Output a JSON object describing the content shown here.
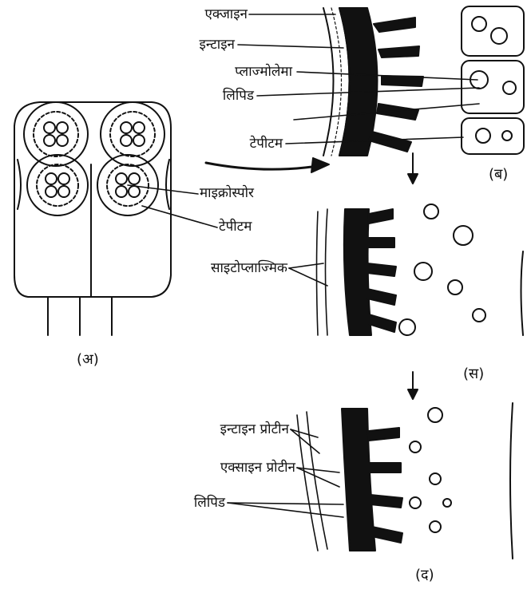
{
  "labels": {
    "exine": "एक्जाइन",
    "intine": "इन्टाइन",
    "plasmalemma": "प्लाज्मोलेमा",
    "lipid_top": "लिपिड",
    "tapetum_top": "टेपीटम",
    "microspore": "माइक्रोस्पोर",
    "tapetum_mid": "टेपीटम",
    "cytoplasmic": "साइटोप्लाज्मिक",
    "intine_protein": "इन्टाइन प्रोटीन",
    "exine_protein": "एक्साइन प्रोटीन",
    "lipid_bottom": "लिपिड"
  },
  "panels": {
    "a": "(अ)",
    "b": "(ब)",
    "c": "(स)",
    "d": "(द)"
  }
}
